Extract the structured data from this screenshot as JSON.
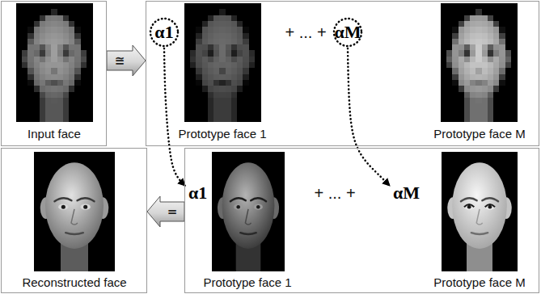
{
  "diagram": {
    "nodes": [
      {
        "text": [
          "Input face"
        ]
      },
      {
        "text": [
          "Prototype face 1",
          "+ ... +",
          "Prototype face M"
        ]
      },
      {
        "text": [
          "α1"
        ],
        "in": 1
      },
      {
        "text": [
          "αM"
        ],
        "in": 1
      },
      {
        "text": [
          "Reconstructed face"
        ]
      },
      {
        "text": [
          "Prototype face 1",
          "+ ... +",
          "Prototype face M"
        ]
      },
      {
        "text": [
          "α1"
        ],
        "in": 5
      },
      {
        "text": [
          "αM"
        ],
        "in": 5
      }
    ],
    "edges": [
      {
        "from": 0,
        "to": 1,
        "arrow": "to",
        "label": "≅"
      },
      {
        "from": 5,
        "to": 4,
        "arrow": "to",
        "label": "="
      },
      {
        "from": 2,
        "to": 6,
        "arrow": "to"
      },
      {
        "from": 3,
        "to": 7,
        "arrow": "to"
      }
    ]
  }
}
